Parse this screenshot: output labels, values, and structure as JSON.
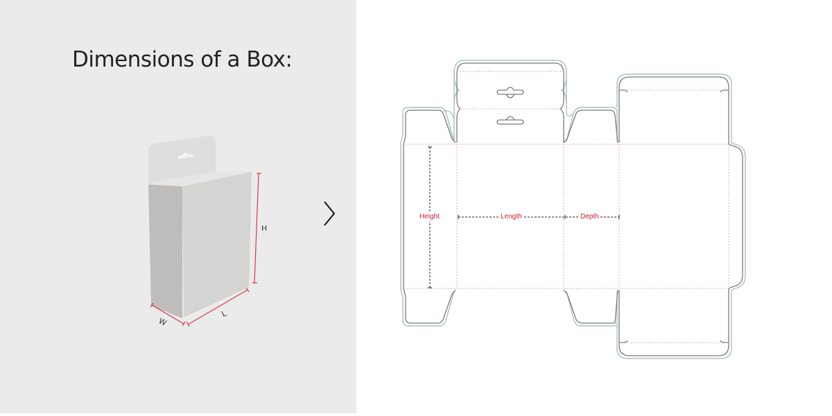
{
  "title": "Dimensions of a Box:",
  "box_illustration": {
    "labels": {
      "height": "H",
      "length": "L",
      "width": "W"
    },
    "dimension_line_color": "#d9364a",
    "box_front_color": "#d3d3d2",
    "box_side_color": "#bdbcbb",
    "box_top_color": "#e3e3e3",
    "hanger_color": "#dedede"
  },
  "navigation": {
    "next_icon": "chevron-right-icon"
  },
  "dieline": {
    "labels": {
      "height": "Height",
      "length": "Length",
      "depth": "Depth"
    },
    "cut_line_color": "#7a7a7a",
    "bleed_line_color": "#a9c3b4",
    "fold_line_color": "#e8a8b0",
    "label_color": "#c8202a"
  },
  "colors": {
    "left_panel_bg": "#ebebeb",
    "right_panel_bg": "#ffffff",
    "title_color": "#222222"
  }
}
